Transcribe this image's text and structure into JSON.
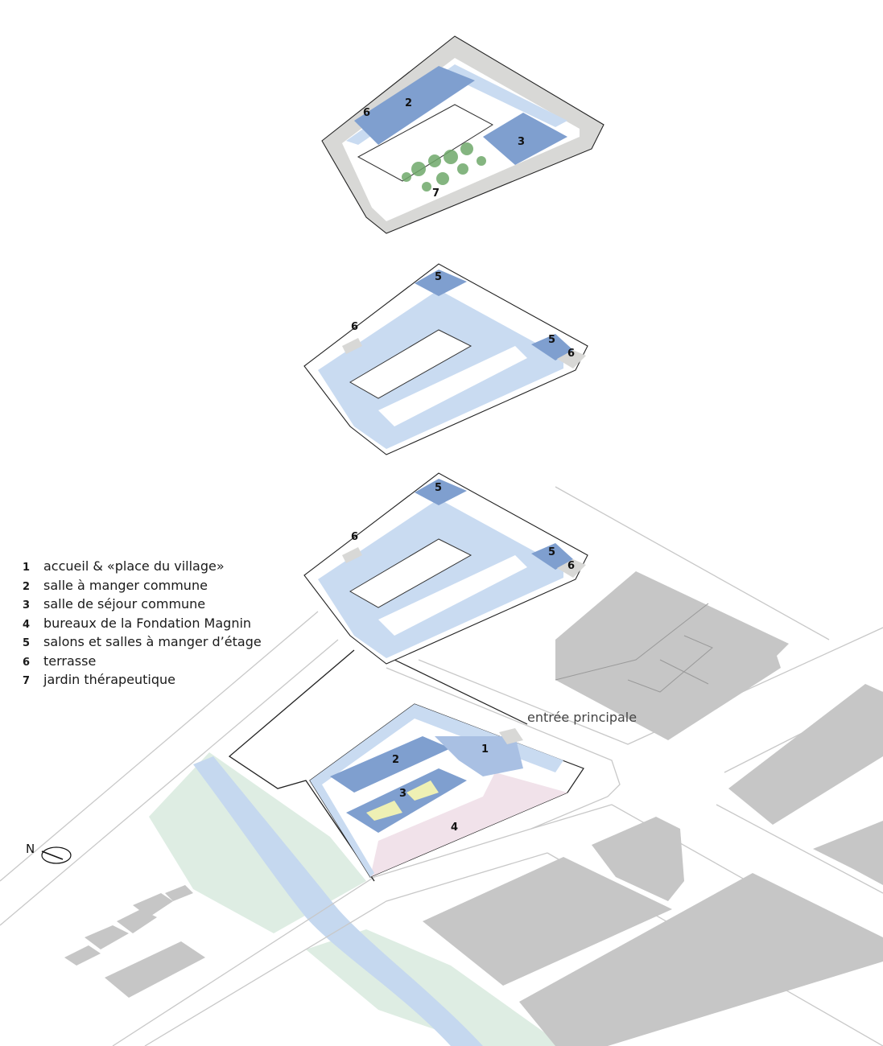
{
  "legend": [
    {
      "num": "1",
      "text": "accueil & «place du village»"
    },
    {
      "num": "2",
      "text": "salle à manger commune"
    },
    {
      "num": "3",
      "text": "salle de séjour commune"
    },
    {
      "num": "4",
      "text": "bureaux de la Fondation Magnin"
    },
    {
      "num": "5",
      "text": "salons et salles à manger d’étage"
    },
    {
      "num": "6",
      "text": "terrasse"
    },
    {
      "num": "7",
      "text": "jardin thérapeutique"
    }
  ],
  "labels": {
    "entrance": "entrée principale",
    "north": "N",
    "top_6": "6",
    "top_2": "2",
    "top_3": "3",
    "top_7": "7",
    "mid_5a": "5",
    "mid_5b": "5",
    "mid_6a": "6",
    "mid_6b": "6",
    "low_5a": "5",
    "low_5b": "5",
    "low_6a": "6",
    "low_6b": "6",
    "ground_1": "1",
    "ground_2": "2",
    "ground_3": "3",
    "ground_4": "4"
  },
  "colors": {
    "dark_blue": "#7f9fcf",
    "light_blue": "#c9dbf1",
    "grey_building": "#c6c6c6",
    "terrace": "#d8d8d6",
    "green_area": "#deede3",
    "river": "#c5d8ef",
    "offices_pink": "#f1e2ea",
    "garden_yellow": "#eef0b4"
  }
}
